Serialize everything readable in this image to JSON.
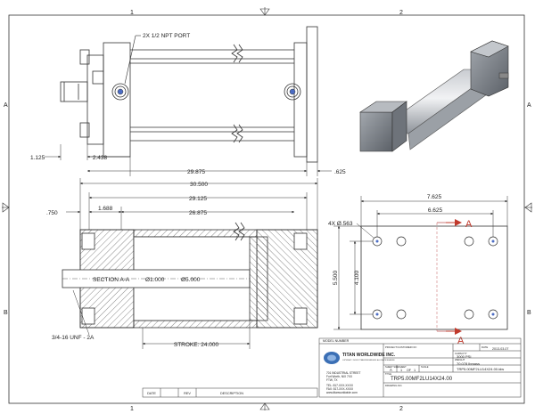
{
  "zones": {
    "col1": "1",
    "col2": "2",
    "rowA": "A",
    "rowB": "B"
  },
  "top_view": {
    "port_label": "2X 1/2 NPT PORT",
    "dim_1_125": "1.125",
    "dim_2_438": "2.438",
    "dim_29_875": "29.875",
    "dim_625": ".625"
  },
  "section_view": {
    "dim_30_500": "30.500",
    "dim_29_125": "29.125",
    "dim_750": ".750",
    "dim_1_688": "1.688",
    "dim_26_875": "26.875",
    "section_label": "SECTION A-A",
    "rod_dia": "Ø1.000",
    "bore_dia": "Ø5.000",
    "thread_label": "3/4-16 UNF - 2A",
    "stroke_label": "STROKE: 24.000"
  },
  "end_view": {
    "dim_7_625": "7.625",
    "dim_6_625": "6.625",
    "hole_label": "4X Ø.563",
    "dim_5_500": "5.500",
    "dim_4_100": "4.100",
    "section_mark_1": "A",
    "section_mark_2": "A"
  },
  "title_block": {
    "header_model": "MODEL NUMBER",
    "company_name": "TITAN WORLDWIDE INC.",
    "company_sub": "COPYRIGHT © 2013 BY TITAN WORLDWIDE INC. ALL RIGHTS RESERVED",
    "address_1": "701 INDUSTRIAL STREET",
    "address_2": "Fort Worth, NIX 7XX",
    "address_3": "FTW, TX",
    "phone": "TEL: 817-XXX-XXXX",
    "fax": "FAX: 817-XXX-XXXX",
    "web": "www.titanworldwide.com",
    "customer_label": "PROJECT/CUSTOMER NO:",
    "date_label": "DATE",
    "date_value": "2013-03-07",
    "capacity_label": "CAPACITY",
    "capacity_value": "3000 PSI",
    "weight_label": "WEIGHT",
    "weight_value": "70.078 lbmass",
    "sheet_label": "SHEET SIZE",
    "size_value": "A",
    "sheet_of_label": "SHEET",
    "sheet_num": "1",
    "of_label": "OF",
    "sheet_total": "1",
    "scale_label": "SCALE",
    "file_value": "TRP5.00MF2LU14X24.00.idw",
    "title_label": "TITLE",
    "title_value": "TRP5.00MF2LU14X24.00",
    "drawing_label": "DRAWING NO.",
    "rev_date": "DATE",
    "rev_rev": "REV",
    "rev_desc": "DESCRIPTION"
  }
}
